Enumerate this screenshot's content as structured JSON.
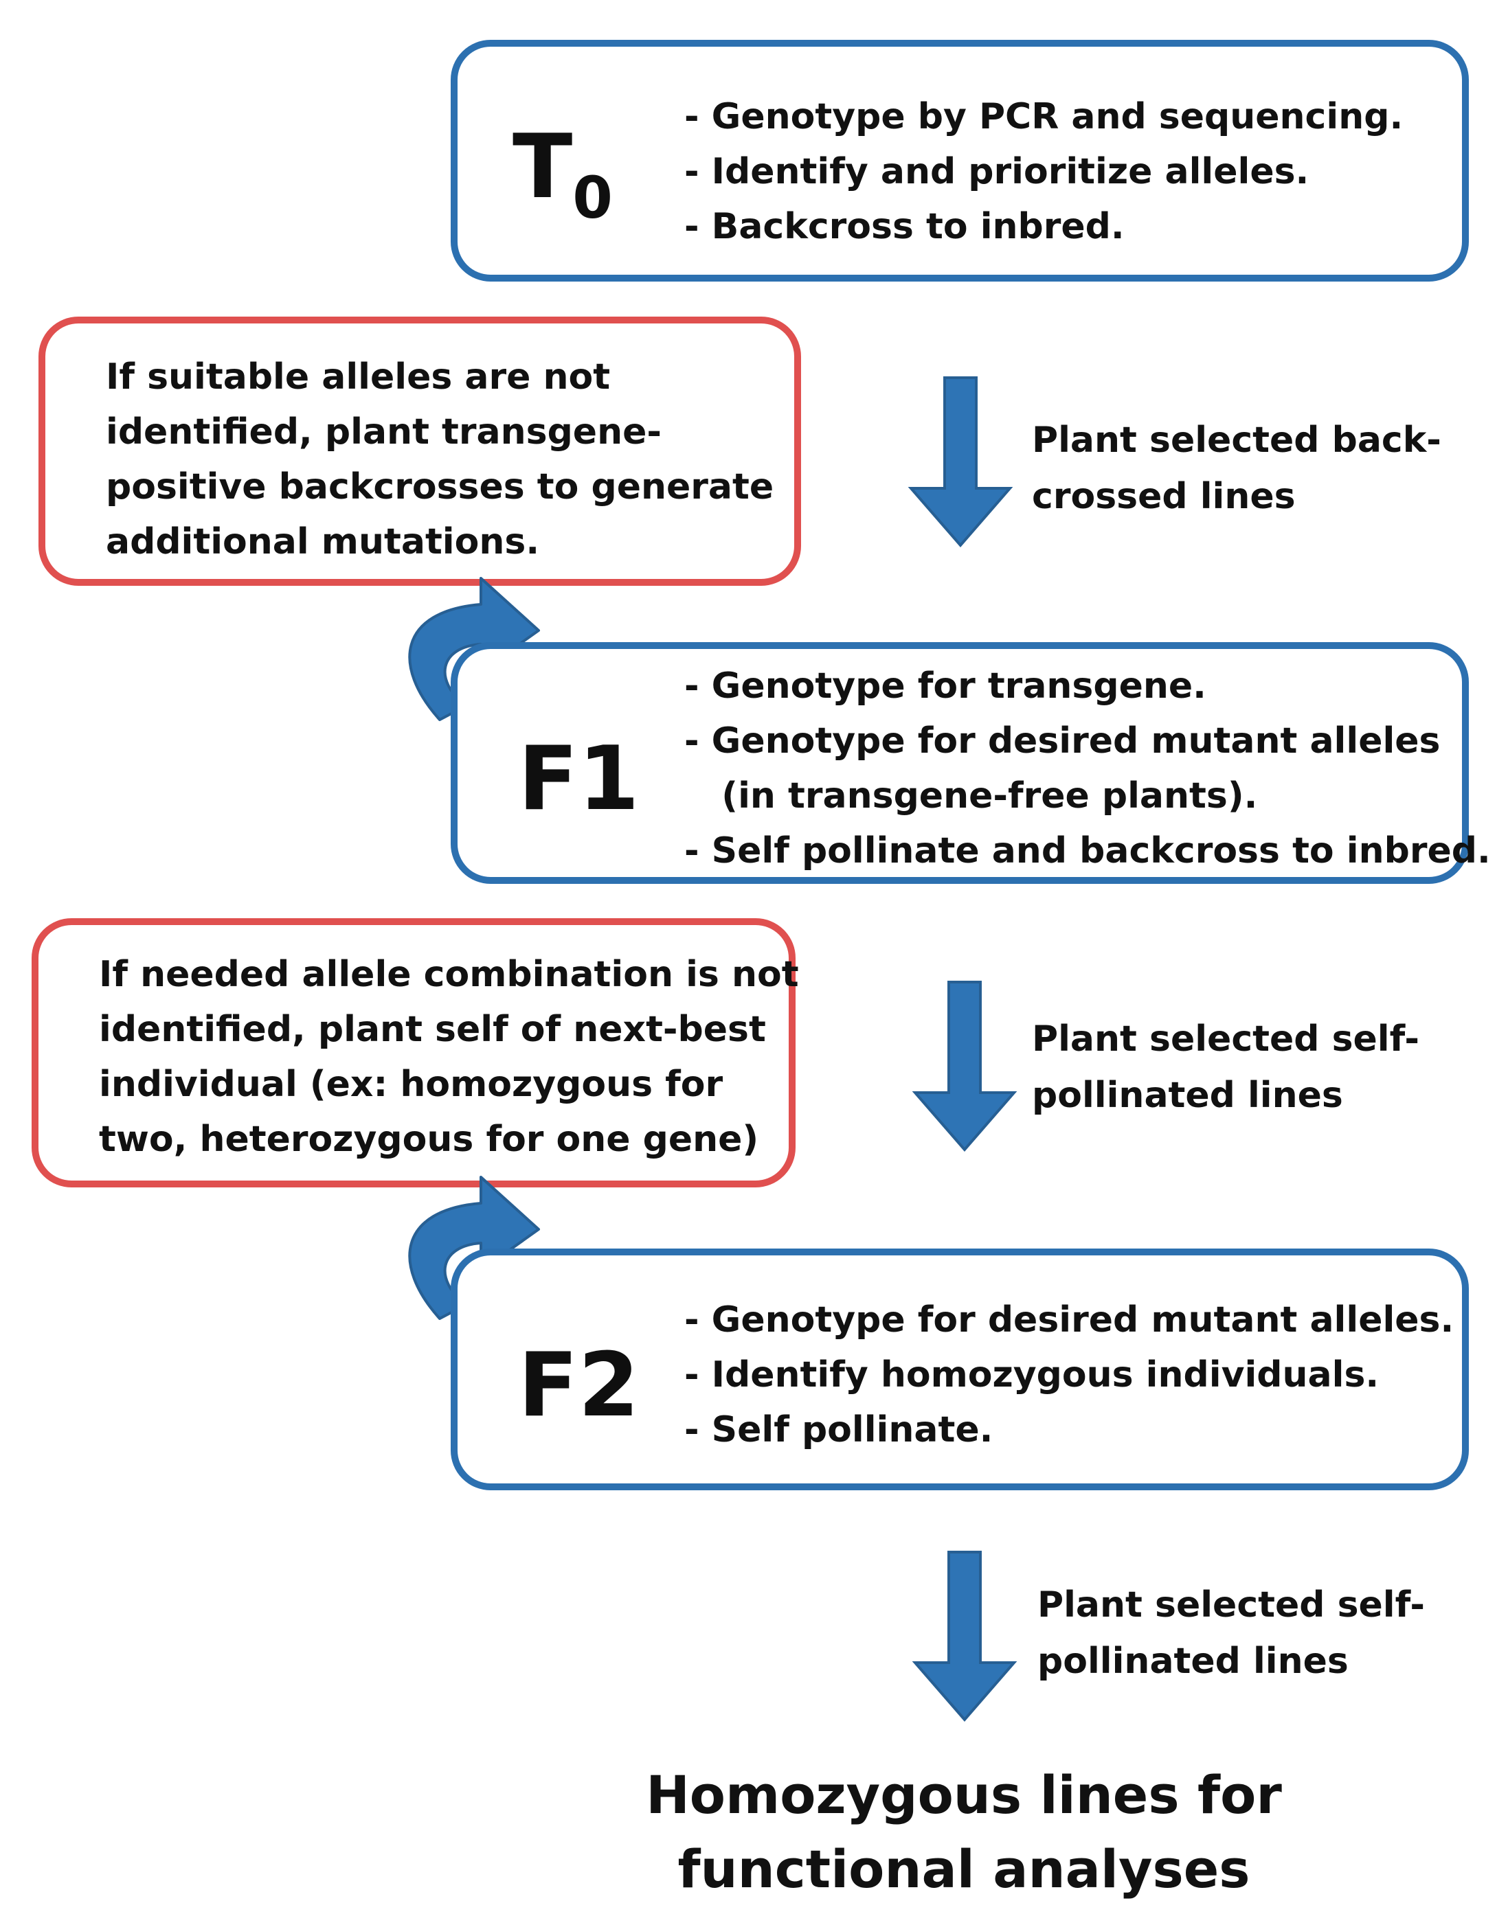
{
  "t0": {
    "label": "T",
    "label_sub": "0",
    "bullets": [
      "- Genotype by PCR and sequencing.",
      "- Identify and prioritize alleles.",
      "- Backcross to inbred."
    ]
  },
  "note1": {
    "lines": [
      "If suitable alleles are not",
      "identified, plant transgene-",
      "positive backcrosses to generate",
      "additional mutations."
    ]
  },
  "step1": {
    "lines": [
      "Plant selected back-",
      "crossed lines"
    ]
  },
  "f1": {
    "label": "F1",
    "bullets": [
      "- Genotype for transgene.",
      "- Genotype for desired mutant alleles",
      "   (in transgene-free plants).",
      "- Self pollinate and backcross to inbred."
    ]
  },
  "note2": {
    "lines": [
      "If needed allele combination is not",
      "identified, plant self of next-best",
      "individual (ex: homozygous for",
      "two, heterozygous for one gene)"
    ]
  },
  "step2": {
    "lines": [
      "Plant selected self-",
      "pollinated lines"
    ]
  },
  "f2": {
    "label": "F2",
    "bullets": [
      "- Genotype for desired mutant alleles.",
      "- Identify homozygous individuals.",
      "- Self pollinate."
    ]
  },
  "step3": {
    "lines": [
      "Plant selected self-",
      "pollinated lines"
    ]
  },
  "final": {
    "lines": [
      "Homozygous lines for",
      "functional analyses"
    ]
  },
  "colors": {
    "stage_border": "#2c70b0",
    "note_border": "#e0504f",
    "arrow_fill": "#2e74b5",
    "arrow_stroke": "#275f93"
  }
}
